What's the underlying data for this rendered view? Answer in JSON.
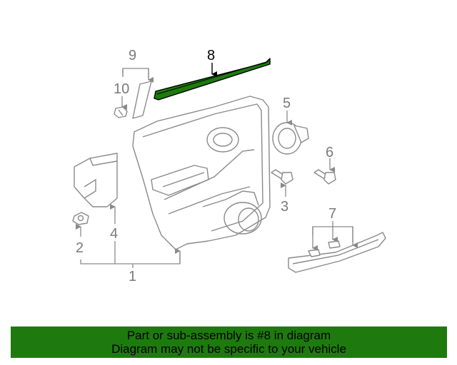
{
  "diagram": {
    "callouts": {
      "c1": "1",
      "c2": "2",
      "c3": "3",
      "c4": "4",
      "c5": "5",
      "c6": "6",
      "c7": "7",
      "c8": "8",
      "c9": "9",
      "c10": "10"
    },
    "highlighted_part": "8",
    "highlight_color": "#1e7a0e"
  },
  "banner": {
    "line1": "Part or sub-assembly is #8 in diagram",
    "line2": "Diagram may not be specific to your vehicle",
    "background": "#1e7a0e"
  }
}
